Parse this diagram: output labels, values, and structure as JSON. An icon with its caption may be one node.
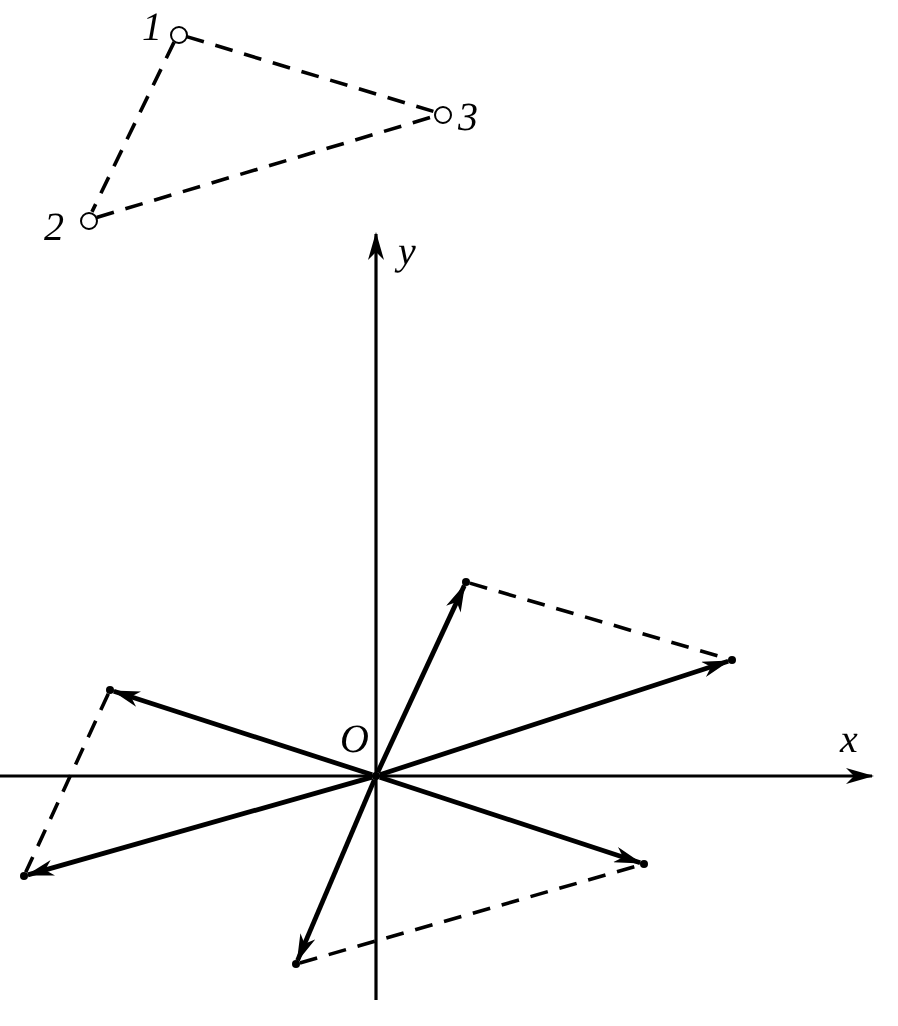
{
  "diagram": {
    "nodes": [
      {
        "text": [],
        "shape": "circle",
        "beside": [
          "1"
        ]
      },
      {
        "text": [],
        "shape": "circle",
        "beside": [
          "3"
        ]
      },
      {
        "text": [],
        "shape": "circle",
        "beside": [
          "2"
        ]
      },
      {
        "text": [],
        "shape": "point"
      },
      {
        "text": [],
        "shape": "point"
      },
      {
        "text": [],
        "shape": "point"
      },
      {
        "text": [],
        "shape": "point",
        "beside": [
          "O"
        ]
      },
      {
        "text": [],
        "shape": "point"
      },
      {
        "text": [],
        "shape": "point"
      },
      {
        "text": [],
        "shape": "point"
      }
    ],
    "edges": [
      {
        "from": 0,
        "to": 1,
        "arrow": "none",
        "style": "dashed"
      },
      {
        "from": 0,
        "to": 2,
        "arrow": "none",
        "style": "dashed"
      },
      {
        "from": 2,
        "to": 1,
        "arrow": "none",
        "style": "dashed"
      },
      {
        "from": 6,
        "to": 3,
        "arrow": "to"
      },
      {
        "from": 6,
        "to": 4,
        "arrow": "to"
      },
      {
        "from": 6,
        "to": 5,
        "arrow": "to"
      },
      {
        "from": 6,
        "to": 7,
        "arrow": "to"
      },
      {
        "from": 6,
        "to": 8,
        "arrow": "to"
      },
      {
        "from": 6,
        "to": 9,
        "arrow": "to"
      },
      {
        "from": 3,
        "to": 4,
        "arrow": "none",
        "style": "dashed"
      },
      {
        "from": 5,
        "to": 8,
        "arrow": "none",
        "style": "dashed"
      },
      {
        "from": 9,
        "to": 7,
        "arrow": "none",
        "style": "dashed"
      }
    ],
    "labels": [
      "y",
      "x"
    ]
  }
}
